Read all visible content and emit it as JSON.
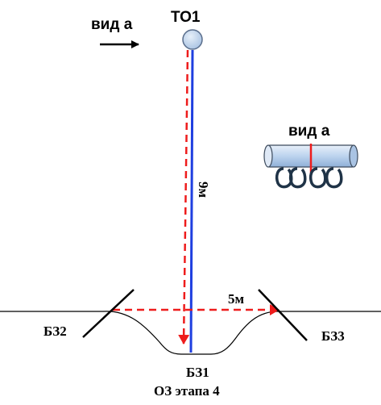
{
  "labels": {
    "view_arrow_label": "вид а",
    "top_anchor": "ТО1",
    "length_label": "9м",
    "span_label": "5м",
    "left_anchor": "БЗ2",
    "right_anchor": "БЗ3",
    "bottom_anchor": "БЗ1",
    "inset_title": "вид а",
    "caption": "ОЗ этапа 4"
  },
  "colors": {
    "main_line": "#1f3fe0",
    "dashed_line": "#ee1c1c",
    "anchor_fill": "#bcd3ee",
    "anchor_stroke": "#5a6e8c",
    "carabiner": "#1f3347",
    "ground_line": "#000000"
  },
  "inset": {
    "carabiner_count": 4
  }
}
